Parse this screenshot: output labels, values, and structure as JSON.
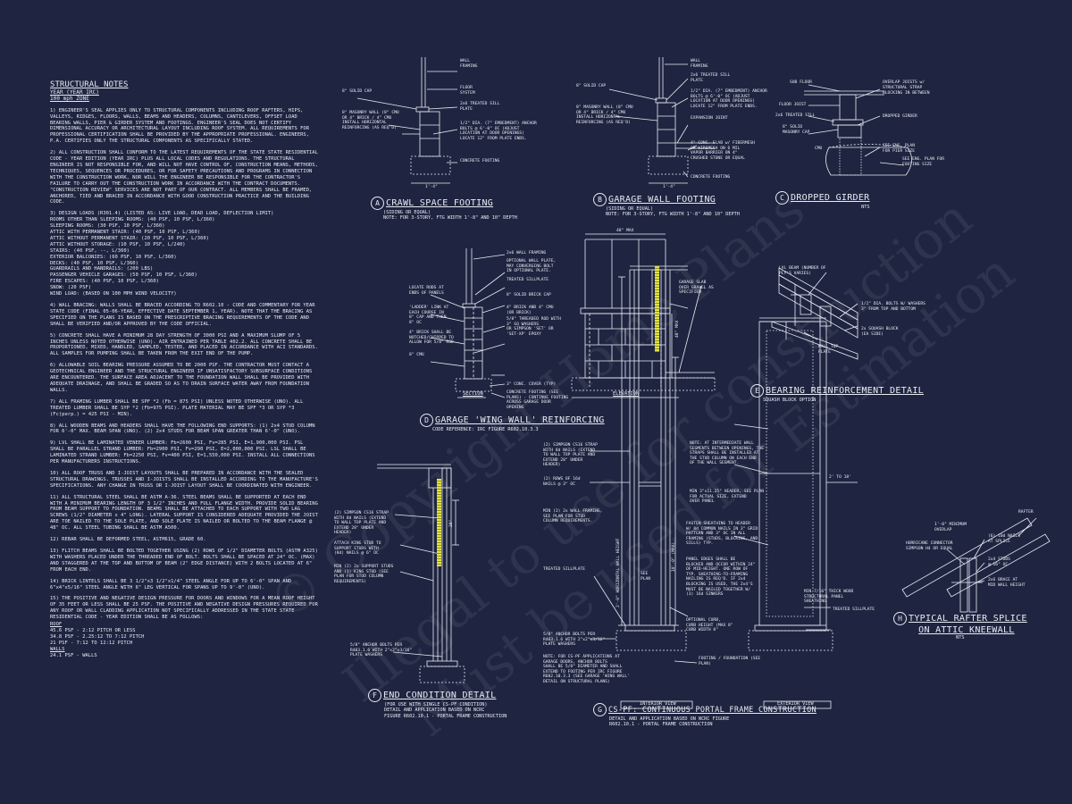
{
  "notes": {
    "title": "STRUCTURAL NOTES",
    "sub1": "YEAR (YEAR IRC)",
    "sub2": "100 mph ZONE",
    "paragraphs": [
      "1) ENGINEER'S SEAL APPLIES ONLY TO STRUCTURAL COMPONENTS INCLUDING ROOF RAFTERS, HIPS, VALLEYS, RIDGES, FLOORS, WALLS, BEAMS AND HEADERS, COLUMNS, CANTILEVERS, OFFSET LOAD BEARING WALLS, PIER & GIRDER SYSTEM AND FOOTINGS. ENGINEER'S SEAL DOES NOT CERTIFY DIMENSIONAL ACCURACY OR ARCHITECTURAL LAYOUT INCLUDING ROOF SYSTEM. ALL REQUIREMENTS FOR PROFESSIONAL CERTIFICATION SHALL BE PROVIDED BY THE APPROPRIATE PROFESSIONAL. ENGINEERS, P.A. CERTIFIES ONLY THE STRUCTURAL COMPONENTS AS SPECIFICALLY STATED.",
      "2) ALL CONSTRUCTION SHALL CONFORM TO THE LATEST REQUIREMENTS OF THE STATE STATE RESIDENTIAL CODE - YEAR EDITION (YEAR IRC) PLUS ALL LOCAL CODES AND REGULATIONS. THE STRUCTURAL ENGINEER IS NOT RESPONSIBLE FOR, AND WILL NOT HAVE CONTROL OF, CONSTRUCTION MEANS, METHODS, TECHNIQUES, SEQUENCES OR PROCEDURES, OR FOR SAFETY PRECAUTIONS AND PROGRAMS IN CONNECTION WITH THE CONSTRUCTION WORK, NOR WILL THE ENGINEER BE RESPONSIBLE FOR THE CONTRACTOR'S FAILURE TO CARRY OUT THE CONSTRUCTION WORK IN ACCORDANCE WITH THE CONTRACT DOCUMENTS. \"CONSTRUCTION REVIEW\" SERVICES ARE NOT PART OF OUR CONTRACT. ALL MEMBERS SHALL BE FRAMED, ANCHORED, TIED AND BRACED IN ACCORDANCE WITH GOOD CONSTRUCTION PRACTICE AND THE BUILDING CODE.",
      "3) DESIGN LOADS (R301.4) (LISTED AS: LIVE LOAD, DEAD LOAD, DEFLECTION LIMIT)\nROOMS OTHER THAN SLEEPING ROOMS: (40 PSF, 10 PSF, L/360)\nSLEEPING ROOMS: (30 PSF, 10 PSF, L/360)\nATTIC WITH PERMANENT STAIR: (40 PSF, 10 PSF, L/360)\nATTIC WITHOUT PERMANENT STAIR: (20 PSF, 10 PSF, L/360)\nATTIC WITHOUT STORAGE: (10 PSF, 10 PSF, L/240)\nSTAIRS: (40 PSF, --, L/360)\nEXTERIOR BALCONIES: (60 PSF, 10 PSF, L/360)\nDECKS: (40 PSF, 10 PSF, L/360)\nGUARDRAILS AND HANDRAILS: (200 LBS)\nPASSENGER VEHICLE GARAGES: (50 PSF, 10 PSF, L/360)\nFIRE ESCAPES: (40 PSF, 10 PSF, L/360)\nSNOW: (20 PSF)\nWIND LOAD: (BASED ON 100 MPH WIND VELOCITY)",
      "4) WALL BRACING: WALLS SHALL BE BRACED ACCORDING TO R602.10 - CODE AND COMMENTARY FOR YEAR STATE CODE (FINAL 05-06-YEAR, EFFECTIVE DATE SEPTEMBER 1, YEAR). NOTE THAT THE BRACING AS SPECIFIED ON THE PLANS IS BASED ON THE PRESCRIPTIVE BRACING REQUIREMENTS OF THE CODE AND SHALL BE VERIFIED AND/OR APPROVED BY THE CODE OFFICIAL.",
      "5) CONCRETE SHALL HAVE A MINIMUM 28 DAY STRENGTH OF 3000 PSI AND A MAXIMUM SLUMP OF 5 INCHES UNLESS NOTED OTHERWISE (UNO). AIR ENTRAINED PER TABLE 402.2. ALL CONCRETE SHALL BE PROPORTIONED, MIXED, HANDLED, SAMPLED, TESTED, AND PLACED IN ACCORDANCE WITH ACI STANDARDS. ALL SAMPLES FOR PUMPING SHALL BE TAKEN FROM THE EXIT END OF THE PUMP.",
      "6) ALLOWABLE SOIL BEARING PRESSURE ASSUMED TO BE 2000 PSF. THE CONTRACTOR MUST CONTACT A GEOTECHNICAL ENGINEER AND THE STRUCTURAL ENGINEER IF UNSATISFACTORY SUBSURFACE CONDITIONS ARE ENCOUNTERED. THE SURFACE AREA ADJACENT TO THE FOUNDATION WALL SHALL BE PROVIDED WITH ADEQUATE DRAINAGE, AND SHALL BE GRADED SO AS TO DRAIN SURFACE WATER AWAY FROM FOUNDATION WALLS.",
      "7) ALL FRAMING LUMBER SHALL BE SPF *2 (Fb = 875 PSI) UNLESS NOTED OTHERWISE (UNO). ALL TREATED LUMBER SHALL BE SYP *2 (Fb=975 PSI). PLATE MATERIAL MAY BE SPF *3 OR SYP *3 (Fc(perp.) = 425 PSI - MIN).",
      "8) ALL WOODEN BEAMS AND HEADERS SHALL HAVE THE FOLLOWING END SUPPORTS: (1) 2x4 STUD COLUMN FOR 6'-0\" MAX. BEAM SPAN (UNO). (2) 2x4 STUDS FOR BEAM SPAN GREATER THAN 6'-0\" (UNO).",
      "9) LVL SHALL BE LAMINATED VENEER LUMBER: Fb=2600 PSI, Fv=285 PSI, E=1,900,000 PSI. PSL SHALL BE PARALLEL STRAND LUMBER: Fb=2900 PSI, Fv=290 PSI, E=2,000,000 PSI. LSL SHALL BE LAMINATED STRAND LUMBER: Fb=2250 PSI, Fv=400 PSI, E=1,550,000 PSI. INSTALL ALL CONNECTIONS PER MANUFACTURERS INSTRUCTIONS.",
      "10) ALL ROOF TRUSS AND I-JOIST LAYOUTS SHALL BE PREPARED IN ACCORDANCE WITH THE SEALED STRUCTURAL DRAWINGS. TRUSSES AND I-JOISTS SHALL BE INSTALLED ACCORDING TO THE MANUFACTURE'S SPECIFICATIONS. ANY CHANGE IN TRUSS OR I-JOIST LAYOUT SHALL BE COORDINATED WITH ENGINEER.",
      "11) ALL STRUCTURAL STEEL SHALL BE ASTM A-36. STEEL BEAMS SHALL BE SUPPORTED AT EACH END WITH A MINIMUM BEARING LENGTH OF 3 1/2\" INCHES AND FULL FLANGE WIDTH. PROVIDE SOLID BEARING FROM BEAM SUPPORT TO FOUNDATION. BEAMS SHALL BE ATTACHED TO EACH SUPPORT WITH TWO LAG SCREWS (1/2\" DIAMETER x 4\" LONG). LATERAL SUPPORT IS CONSIDERED ADEQUATE PROVIDED THE JOIST ARE TOE NAILED TO THE SOLE PLATE, AND SOLE PLATE IS NAILED OR BOLTED TO THE BEAM FLANGE @ 48\" OC. ALL STEEL TUBING SHALL BE ASTM A500.",
      "12) REBAR SHALL BE DEFORMED STEEL, ASTM615, GRADE 60.",
      "13) FLITCH BEAMS SHALL BE BOLTED TOGETHER USING (2) ROWS OF 1/2\" DIAMETER BOLTS (ASTM A325) WITH WASHERS PLACED UNDER THE THREADED END OF BOLT. BOLTS SHALL BE SPACED AT 24\" OC. (MAX) AND STAGGERED AT THE TOP AND BOTTOM OF BEAM (2\" EDGE DISTANCE) WITH 2 BOLTS LOCATED AT 6\" FROM EACH END.",
      "14) BRICK LINTELS SHALL BE 3 1/2\"x3 1/2\"x1/4\" STEEL ANGLE FOR UP TO 6'-0\" SPAN AND 6\"x4\"x5/16\" STEEL ANGLE WITH 6\" LEG VERTICAL FOR SPANS UP TO 9'-0\" (UNO).",
      "15) THE POSITIVE AND NEGATIVE DESIGN PRESSURE FOR DOORS AND WINDOWS FOR A MEAN ROOF HEIGHT OF 35 FEET OR LESS SHALL BE 25 PSF. THE POSITIVE AND NEGATIVE DESIGN PRESSURES REQUIRED FOR ANY ROOF OR WALL CLADDING APPLICATION NOT SPECIFICALLY ADDRESSED IN THE STATE STATE RESIDENTIAL CODE - YEAR EDITION SHALL BE AS FOLLOWS:"
    ],
    "roof_head": "ROOF",
    "roof_lines": [
      "45.6 PSF - 2:12 PITCH OR LESS",
      "34.8 PSF - 2.25:12 TO 7:12 PITCH",
      "21 PSF - 7:12 TO 12:12 PITCH"
    ],
    "walls_head": "WALLS",
    "walls_line": "24.1 PSF - WALLS"
  },
  "details": {
    "a": {
      "letter": "A",
      "title": "CRAWL SPACE FOOTING",
      "sub1": "(SIDING OR EQUAL)",
      "sub2": "NOTE: FOR 3-STORY, FTG WIDTH 1'-8\" AND 10\" DEPTH"
    },
    "b": {
      "letter": "B",
      "title": "GARAGE WALL FOOTING",
      "sub1": "(SIDING OR EQUAL)",
      "sub2": "NOTE: FOR 3-STORY, FTG WIDTH 1'-8\" AND 10\" DEPTH"
    },
    "c": {
      "letter": "C",
      "title": "DROPPED GIRDER",
      "sub1": "NTS"
    },
    "d": {
      "letter": "D",
      "title": "GARAGE 'WING WALL' REINFORCING",
      "sub1": "CODE REFERENCE: IRC FIGURE R602.10.3.3"
    },
    "e": {
      "letter": "E",
      "title": "BEARING REINFORCEMENT DETAIL",
      "sub1": "SQUASH BLOCK OPTION"
    },
    "f": {
      "letter": "F",
      "title": "END CONDITION DETAIL",
      "sub1": "(FOR USE WITH SINGLE CS-PF CONDITION)",
      "sub2": "DETAIL AND APPLICATION BASED ON NCRC",
      "sub3": "FIGURE R602.10.1 - PORTAL FRAME CONSTRUCTION"
    },
    "g": {
      "letter": "G",
      "title": "CS-PF: CONTINUOUS PORTAL FRAME CONSTRUCTION",
      "sub1": "DETAIL AND APPLICATION BASED ON NCRC FIGURE",
      "sub2": "R602.10.1 - PORTAL FRAME CONSTRUCTION"
    },
    "h": {
      "letter": "H",
      "title1": "TYPICAL RAFTER SPLICE",
      "title2": "ON ATTIC KNEEWALL",
      "sub1": "NTS"
    }
  },
  "labels": {
    "a_wall_framing": "WALL\nFRAMING",
    "a_solid_cap": "8\" SOLID CAP",
    "a_floor": "FLOOR\nSYSTEM",
    "a_sill": "2x6 TREATED SILL\nPLATE",
    "a_masonry": "8\" MASONRY WALL (8\" CMU\nOR 4\" BRICK / 4\" CMU\nINSTALL HORIZONTAL\nREINFORCING (AS REQ'D)",
    "a_anchor": "1/2\" DIA. (7\" EMBEDMENT) ANCHOR\nBOLTS @ 6'-0\" OC (ADJUST\nLOCATION AT DOOR OPENINGS)\nLOCATE 12\" FROM PLATE ENDS.",
    "a_footing": "CONCRETE FOOTING",
    "a_dim": "1'-4\"",
    "b_wall_framing": "WALL\nFRAMING",
    "b_sill": "2x6 TREATED SILL\nPLATE",
    "b_solid_cap": "8\" SOLID CAP",
    "b_anchor": "1/2\" DIA. (7\" EMBEDMENT) ANCHOR\nBOLTS @ 6'-0\" OC (ADJUST\nLOCATION AT DOOR OPENINGS)\nLOCATE 12\" FROM PLATE ENDS.",
    "b_masonry": "8\" MASONRY WALL (8\" CMU\nOR 4\" BRICK / 4\" CMU\nINSTALL HORIZONTAL\nREINFORCING (AS REQ'D)",
    "b_expansion": "EXPANSION JOINT",
    "b_slab": "4\" CONC. SLAB w/ FIBERMESH\nOR WIREMESH ON 6 MIL\nVAPOR BARRIER ON 4\"\nCRUSHED STONE OR EQUAL",
    "b_footing": "CONCRETE FOOTING",
    "b_dim": "1'-4\"",
    "c_sub_floor": "SUB FLOOR",
    "c_joist": "FLOOR JOIST",
    "c_sill": "2x6 TREATED SILL",
    "c_strap": "STRUCTURAL STRAP\nBLOCKING IN BETWEEN",
    "c_overlap": "OVERLAP JOISTS w/",
    "c_cap": "8\" SOLID\nMASONRY CAP",
    "c_dropped": "DROPPED GIRDER",
    "c_see1": "SEE ENG. PLAN\nFOR PIER SIZE",
    "c_see2": "SEE ENG. PLAN FOR\nFOOTING SIZE",
    "c_cmu": "CMU",
    "d_framing": "2x6 WALL FRAMING",
    "d_optional": "OPTIONAL WALL PLATE,\nMAY CONVERGING BOLT\nIN OPTIONAL PLATE.",
    "d_treated": "TREATED SILLPLATE",
    "d_cap": "8\" SOLID BRICK CAP",
    "d_brick": "4\" BRICK AND 4\" CMU\n(OR BRICK)",
    "d_rod": "5/8\" THREADED ROD WITH\n3\" SQ WASHERS\nOR SIMPSON 'SET' OR\n'SET-XP' EPOXY",
    "d_locate": "LOCATE RODS AT\nENDS OF PANELS",
    "d_ladder": "'LADDER' LINK AT\nEACH COURSE IN\n8\" CAP AND THEN\n8\" OC",
    "d_notched": "4\" BRICK SHALL BE\nNOTCHED/CHIPPED TO\nALLOW FOR 5/8\" ROD",
    "d_cmu": "8\" CMU",
    "d_cover": "3\" CONC. COVER (TYP)",
    "d_footing": "CONCRETE FOOTING (SEE\nPLANS) - CONTINUE FOOTING\nACROSS GARAGE DOOR\nOPENING",
    "d_gslab": "GARAGE SLAB\nOVER GRAVEL AS\nSPECIFIED",
    "d_max": "48\" MAX",
    "d_height": "48\" MAX",
    "d_section": "SECTION",
    "d_elevation": "ELEVATION",
    "e_lvl": "LVL BEAM (NUMBER OF\nPLY'S VARIES)",
    "e_bolts": "1/2\" DIA. BOLTS W/ WASHERS\n3\" FROM TOP AND BOTTOM",
    "e_squash": "2x SQUASH BLOCK\n(EA SIDE)",
    "e_wall": "WALL TOP\nPLATE",
    "f_strap": "(2) SIMPSON CS16 STRAP\nWITH 8d NAILS (EXTEND\nTO WALL TOP PLATE AND\nEXTEND 28\" UNDER\nHEADER)",
    "f_king": "ATTACH KING STUD TO\nSUPPORT STUDS WITH\n(8d) NAILS @ 6\" OC",
    "f_min": "MIN (2) 2x SUPPORT STUDS\nAND (1) KING STUD (SEE\nPLAN FOR STUD COLUMN\nREQUIREMENTS)",
    "f_anchor": "5/8\" ANCHOR BOLTS PER\nR403.1.6 WITH 2\"x2\"x3/16\"\nPLATE WASHERS",
    "f_dim": "28\"",
    "g_strap": "(2) SIMPSON CS16 STRAP\nWITH 8d NAILS (EXTEND\nTO WALL TOP PLATE AND\nEXTEND 28\" UNDER\nHEADER)",
    "g_rows": "(2) ROWS OF 16d\nNAILS @ 3\" OC",
    "g_framing": "MIN (2) 2x WALL FRAMING,\nSEE PLAN FOR STUD\nCOLUMN REQUIREMENTS.",
    "g_treated": "TREATED SILLPLATE",
    "g_anchor": "5/8\" ANCHOR BOLTS PER\nR403.1.6 WITH 2\"x2\"x3/16\"\nPLATE WASHERS",
    "g_note": "NOTE: FOR CS-PF APPLICATIONS AT\nGARAGE DOORS, ANCHOR BOLTS\nSHALL BE 5/8\" DIAMETER AND SHALL\nEXTEND TO FOOTING PER IRC FIGURE\nR602.10.3.3 (SEE GARAGE 'WING WALL'\nDETAIL ON STRUCTURAL PLANS)",
    "g_intermediate": "NOTE: AT INTERMEDIATE WALL\nSEGMENTS BETWEEN OPENINGS, THE\nSTRAPS SHALL BE INSTALLED AT\nTHE STUD COLUMN ON EACH END\nOF THE WALL SEGMENT.",
    "g_header": "MIN 3\"x11.25\" HEADER, SEE PLAN\nFOR ACTUAL SIZE, EXTEND\nOVER PANEL",
    "g_fasten": "FASTEN SHEATHING TO HEADER\nW/ 8d COMMON NAILS IN 3\" GRID\nPATTERN AND 3\" OC IN ALL\nFRAMING (STUDS, BLOCKING, AND\nSILLS) TYP.",
    "g_panel": "PANEL EDGES SHALL BE\nBLOCKED AND OCCUR WITHIN 24\"\nOF MID-HEIGHT. ONE ROW OF\nTYP. SHEATHING-TO-FRAMING\nNAILING IS REQ'D. IF 2x4\nBLOCKING IS USED, THE 2x4'S\nMUST BE NAILED TOGETHER W/\n(3) 16d SINKERS",
    "g_osb": "MIN 7/16\" THICK WOOD\nSTRUCTURAL PANEL\nSHEATHING",
    "g_treated2": "TREATED SILLPLATE",
    "g_curb": "OPTIONAL CURB,\nCURB HEIGHT (MAX 8\"\nCURB WIDTH 8\"",
    "g_found": "FOOTING / FOUNDATION (SEE\nPLAN)",
    "g_see": "SEE\nPLAN",
    "g_max": "10'-0\" (MAX)",
    "g_height": "2'-0\" HORIZONTAL WALL HEIGHT",
    "g_top": "2' TO 18'",
    "g_interior": "INTERIOR VIEW",
    "g_exterior": "EXTERIOR VIEW",
    "h_rafter": "RAFTER",
    "h_overlap": "1'-0\" MINIMUM\nOVERLAP",
    "h_nails": "(6) 10d NAILS\nAT SPLICE",
    "h_hurricane": "HURRICANE CONNECTOR\nSIMPSON H4 OR EQUAL",
    "h_studs": "2x4 STUDS\n@ 16\" OC",
    "h_brace": "2x6 BRACE AT\nMID WALL HEIGHT"
  },
  "watermark": [
    "© Copyright Home Plans",
    "Illegal to use for construction",
    "Must be used for Estimation"
  ],
  "colors": {
    "background": "#1f2540",
    "ink": "#e8ecf4",
    "highlight": "#e3e34a"
  }
}
